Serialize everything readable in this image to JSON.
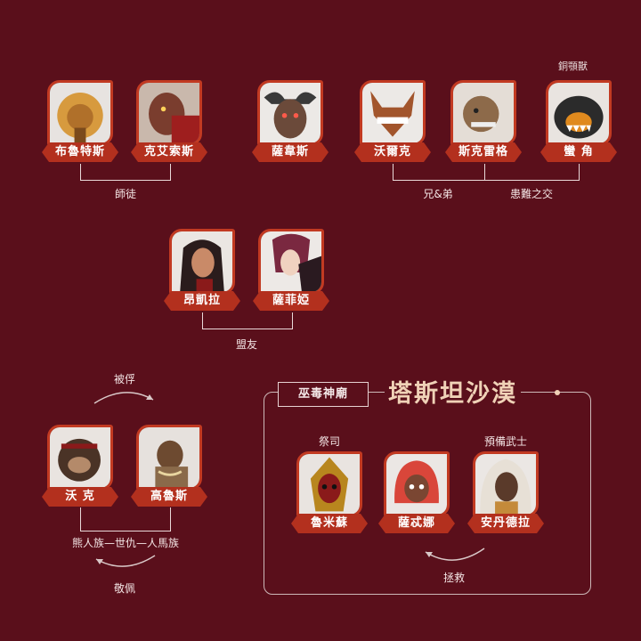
{
  "colors": {
    "background": "#5a0f1b",
    "nameplate": "#b3301e",
    "frame": "#c23a22",
    "title": "#f0d2b7"
  },
  "characters": {
    "brutus": "布魯特斯",
    "kexsos": "克艾索斯",
    "saweis": "薩韋斯",
    "walke": "沃爾克",
    "skreg": "斯克雷格",
    "maniac": "蠻 角",
    "angela": "昂凱拉",
    "safiya": "薩菲婭",
    "wok": "沃 克",
    "gaulus": "高魯斯",
    "lumisu": "魯米蘇",
    "saxina": "薩忒娜",
    "andeira": "安丹德拉"
  },
  "relations": {
    "master_apprentice": "師徒",
    "brothers": "兄&弟",
    "sworn_friends": "患難之交",
    "bronze_jaw_beast": "銅顎獸",
    "allies": "盟友",
    "captured": "被俘",
    "tribes_feud": "熊人族—世仇—人馬族",
    "respect": "敬佩",
    "priest": "祭司",
    "reserve_warrior": "預備武士",
    "rescue": "拯救"
  },
  "groups": {
    "temple": "巫毒神廟",
    "desert": "塔斯坦沙漠"
  }
}
